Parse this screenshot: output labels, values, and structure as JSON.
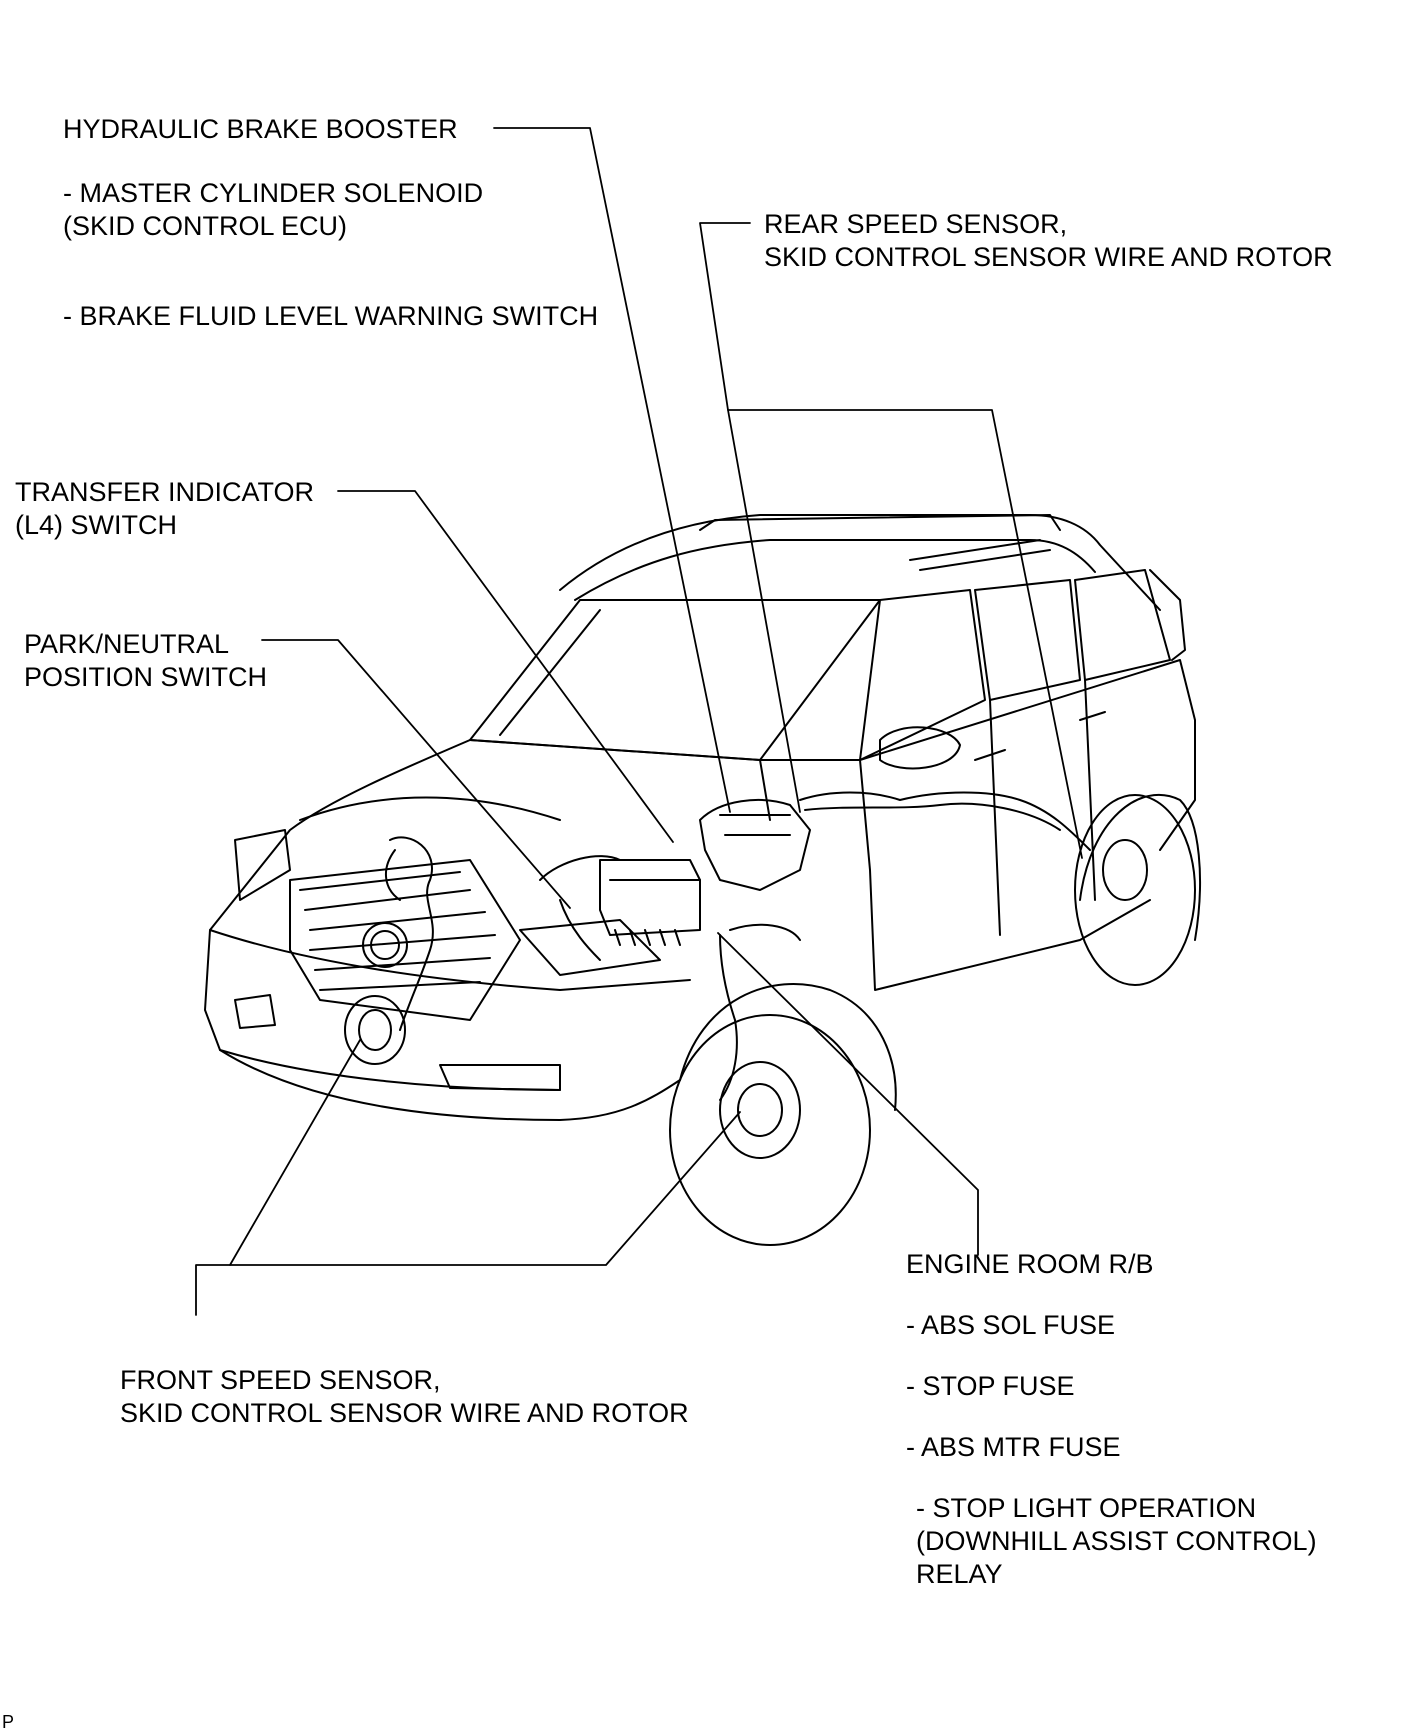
{
  "labels": {
    "hydraulic_brake_booster": "HYDRAULIC BRAKE BOOSTER",
    "master_cylinder_solenoid": "- MASTER CYLINDER SOLENOID",
    "skid_control_ecu": "(SKID CONTROL ECU)",
    "brake_fluid_switch": "- BRAKE FLUID LEVEL WARNING SWITCH",
    "rear_speed_sensor_1": "REAR SPEED SENSOR,",
    "rear_speed_sensor_2": "SKID CONTROL SENSOR WIRE AND ROTOR",
    "transfer_indicator_1": "TRANSFER INDICATOR",
    "transfer_indicator_2": "(L4) SWITCH",
    "park_neutral_1": "PARK/NEUTRAL",
    "park_neutral_2": "POSITION SWITCH",
    "engine_room_rb": "ENGINE ROOM R/B",
    "abs_sol_fuse": "- ABS SOL FUSE",
    "stop_fuse": "- STOP FUSE",
    "abs_mtr_fuse": "- ABS MTR FUSE",
    "stop_light_relay_1": "- STOP LIGHT OPERATION",
    "stop_light_relay_2": "(DOWNHILL ASSIST CONTROL)",
    "stop_light_relay_3": "RELAY",
    "front_speed_sensor_1": "FRONT SPEED SENSOR,",
    "front_speed_sensor_2": "SKID CONTROL SENSOR WIRE AND ROTOR",
    "corner_mark": "P"
  }
}
